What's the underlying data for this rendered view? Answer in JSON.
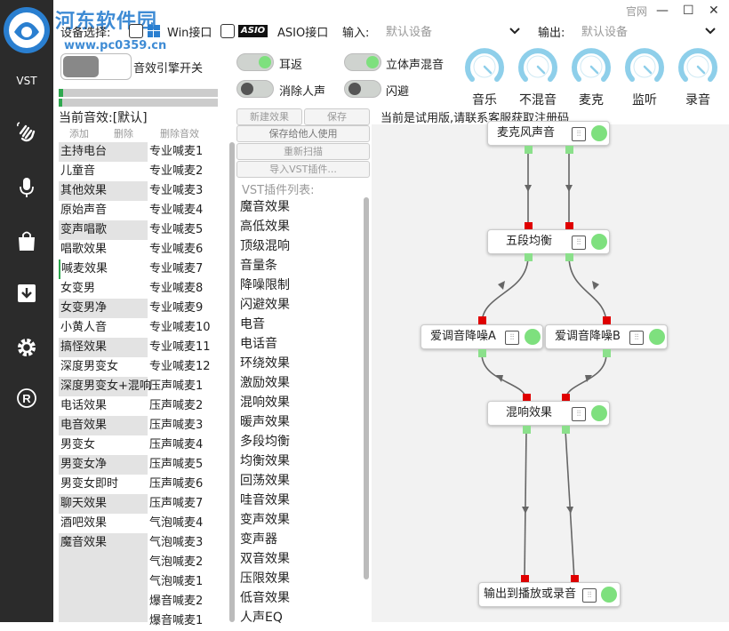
{
  "watermark": {
    "site_name": "河东软件园",
    "url": "www.pc0359.cn"
  },
  "sidebar": {
    "vst_label": "VST",
    "items": [
      "hand-wave-icon",
      "microphone-icon",
      "shopping-bag-icon",
      "download-icon",
      "gear-icon",
      "registered-icon"
    ]
  },
  "topbar": {
    "official_site": "官网",
    "minimize": "—",
    "maximize": "☐",
    "close": "✕"
  },
  "device": {
    "label": "设备选择:",
    "win_label": "Win接口",
    "asio_badge": "ASIO",
    "asio_label": "ASIO接口",
    "input_label": "输入:",
    "input_value": "默认设备",
    "output_label": "输出:",
    "output_value": "默认设备"
  },
  "engine_switch": {
    "label": "音效引擎开关"
  },
  "toggles": {
    "monitor": {
      "label": "耳返",
      "on": true
    },
    "stereo_mix": {
      "label": "立体声混音",
      "on": true
    },
    "vocal_remove": {
      "label": "消除人声",
      "on": false
    },
    "ducking": {
      "label": "闪避",
      "on": false
    }
  },
  "meters": [
    0.03,
    0.02
  ],
  "knobs": [
    {
      "label": "音乐"
    },
    {
      "label": "不混音"
    },
    {
      "label": "麦克"
    },
    {
      "label": "监听"
    },
    {
      "label": "录音"
    }
  ],
  "current_effect": {
    "label": "当前音效:[默认]",
    "add": "添加",
    "delete": "删除",
    "delete_effect": "删除音效"
  },
  "trial_notice": "当前是试用版,请联系客服获取注册码",
  "buttons": {
    "new_effect": "新建效果",
    "save": "保存",
    "share": "保存给他人使用",
    "rescan": "重新扫描",
    "import_vst": "导入VST插件..."
  },
  "effects_col1": [
    "主持电台",
    "儿童音",
    "其他效果",
    "原始声音",
    "变声唱歌",
    "唱歌效果",
    "喊麦效果",
    "女变男",
    "女变男净",
    "小黄人音",
    "搞怪效果",
    "深度男变女",
    "深度男变女+混响",
    "电话效果",
    "电音效果",
    "男变女",
    "男变女净",
    "男变女即时",
    "聊天效果",
    "酒吧效果",
    "魔音效果"
  ],
  "effects_col2": [
    "专业喊麦1",
    "专业喊麦2",
    "专业喊麦3",
    "专业喊麦4",
    "专业喊麦5",
    "专业喊麦6",
    "专业喊麦7",
    "专业喊麦8",
    "专业喊麦9",
    "专业喊麦10",
    "专业喊麦11",
    "专业喊麦12",
    "压声喊麦1",
    "压声喊麦2",
    "压声喊麦3",
    "压声喊麦4",
    "压声喊麦5",
    "压声喊麦6",
    "压声喊麦7",
    "气泡喊麦4",
    "气泡喊麦3",
    "气泡喊麦2",
    "气泡喊麦1",
    "爆音喊麦2",
    "爆音喊麦1"
  ],
  "vst": {
    "header": "VST插件列表:",
    "items": [
      "魔音效果",
      "高低效果",
      "顶级混响",
      "音量条",
      "降噪限制",
      "闪避效果",
      "电音",
      "电话音",
      "环绕效果",
      "激励效果",
      "混响效果",
      "暖声效果",
      "多段均衡",
      "均衡效果",
      "回荡效果",
      "哇音效果",
      "变声效果",
      "变声器",
      "双音效果",
      "压限效果",
      "低音效果",
      "人声EQ"
    ]
  },
  "graph": {
    "nodes": {
      "mic": "麦克风声音",
      "eq5": "五段均衡",
      "nrA": "爱调音降噪A",
      "nrB": "爱调音降噪B",
      "reverb": "混响效果",
      "output": "输出到播放或录音"
    },
    "eq_icon": "equalizer-icon"
  },
  "colors": {
    "accent_green": "#7ee07e",
    "port_red": "#e00000",
    "knob_blue": "#8ecfea",
    "sidebar": "#2b2b2b"
  }
}
